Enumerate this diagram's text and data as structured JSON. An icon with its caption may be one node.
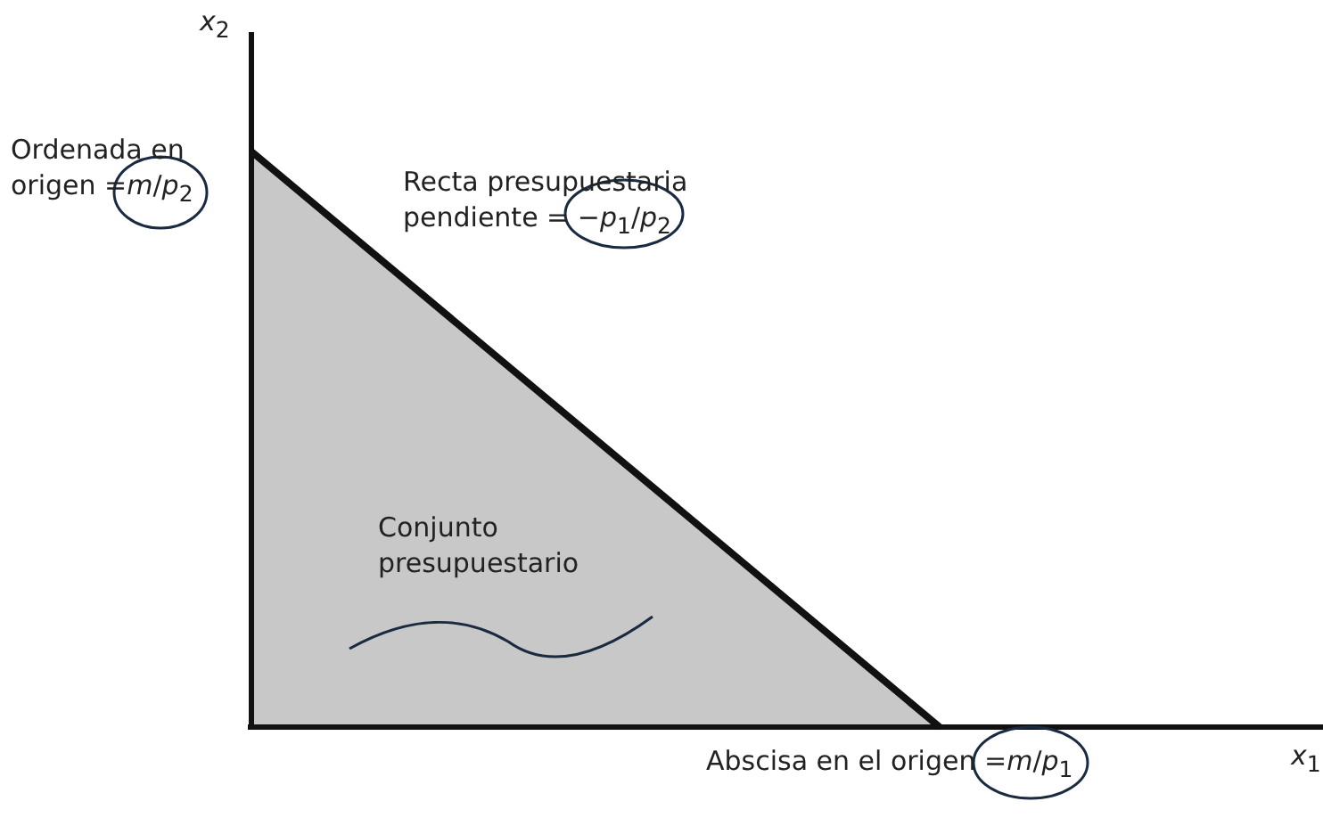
{
  "diagram": {
    "labels": [
      "*x*$_{2}$",
      "Ordenada en origen =*m*/*p*$_{2}$",
      "Recta presupuestaria pendiente = −*p*$_{1}$/*p*$_{2}$",
      "Conjunto presupuestario",
      "Abscisa en el origen =*m*/*p*$_{1}$",
      "*x*$_{1}$"
    ]
  }
}
